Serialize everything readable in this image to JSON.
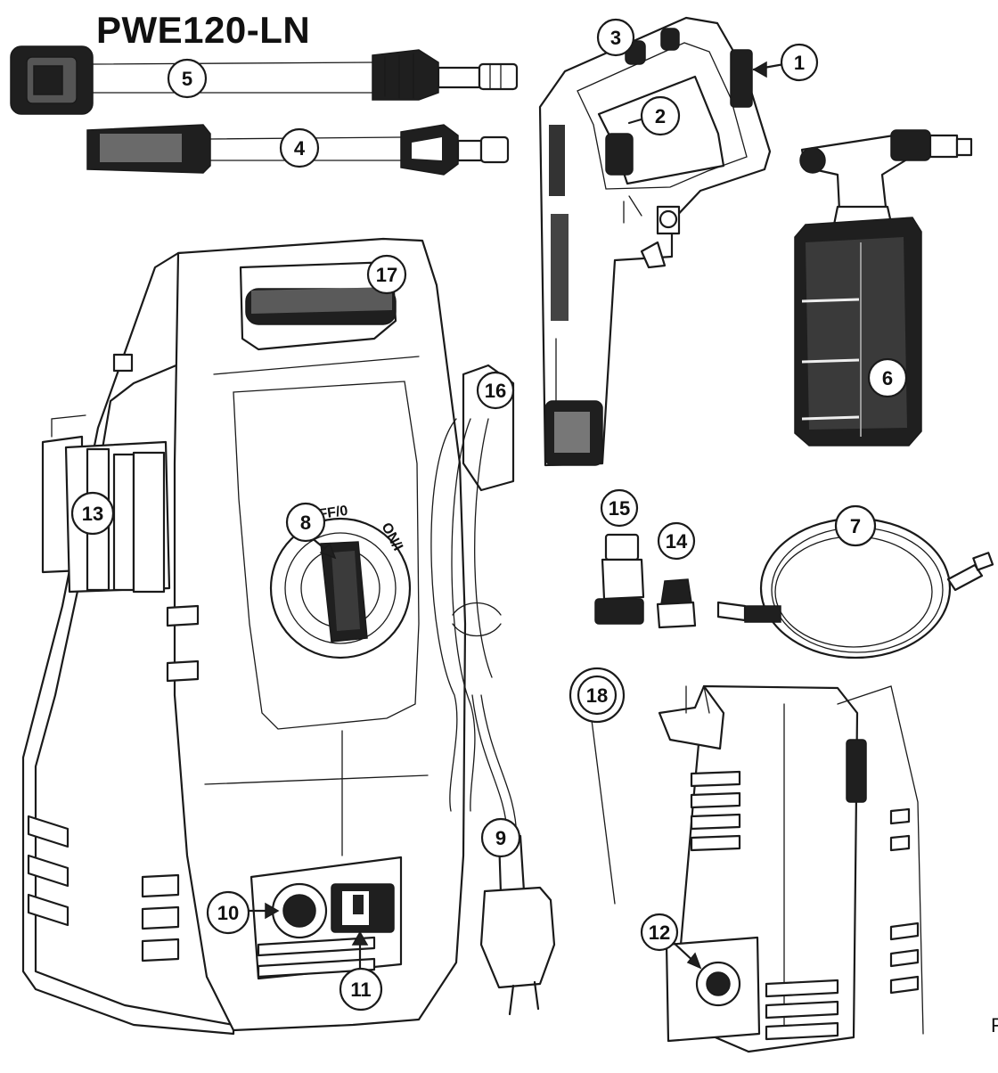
{
  "model": "PWE120-LN",
  "switch_labels": {
    "off": "OFF/0",
    "on": "ON/I"
  },
  "edge_text": "F",
  "callouts": [
    {
      "id": "callout-1",
      "label": "1"
    },
    {
      "id": "callout-2",
      "label": "2"
    },
    {
      "id": "callout-3",
      "label": "3"
    },
    {
      "id": "callout-4",
      "label": "4"
    },
    {
      "id": "callout-5",
      "label": "5"
    },
    {
      "id": "callout-6",
      "label": "6"
    },
    {
      "id": "callout-7",
      "label": "7"
    },
    {
      "id": "callout-8",
      "label": "8"
    },
    {
      "id": "callout-9",
      "label": "9"
    },
    {
      "id": "callout-10",
      "label": "10"
    },
    {
      "id": "callout-11",
      "label": "11"
    },
    {
      "id": "callout-12",
      "label": "12"
    },
    {
      "id": "callout-13",
      "label": "13"
    },
    {
      "id": "callout-14",
      "label": "14"
    },
    {
      "id": "callout-15",
      "label": "15"
    },
    {
      "id": "callout-16",
      "label": "16"
    },
    {
      "id": "callout-17",
      "label": "17"
    },
    {
      "id": "callout-18",
      "label": "18"
    }
  ]
}
